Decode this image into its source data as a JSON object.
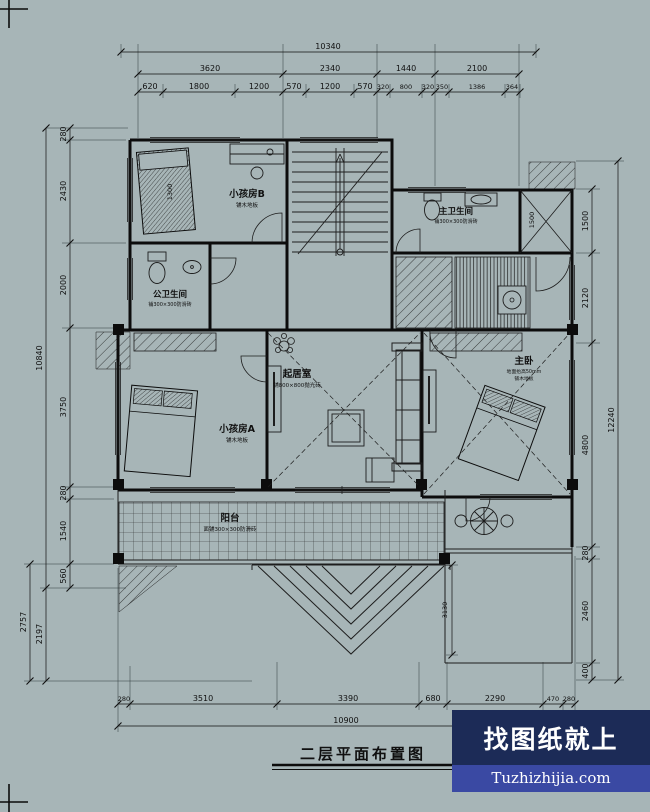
{
  "app": {
    "background": "#a7b5b7",
    "ink": "#101010"
  },
  "title": {
    "text": "二层平面布置图"
  },
  "watermark": {
    "line1": "找图纸就上",
    "line2": "Tuzhizhijia.com",
    "bg": "#1c2b57",
    "band": "#3a49a3"
  },
  "dimensions": {
    "top_total": "10340",
    "top_row1": [
      "3620",
      "2340",
      "1440",
      "2100"
    ],
    "top_row2": [
      "620",
      "1800",
      "1200",
      "570",
      "1200",
      "570",
      "320",
      "800",
      "320",
      "350",
      "1386",
      "364"
    ],
    "left_inner": [
      "280",
      "2430",
      "2000",
      "3750",
      "280",
      "1540",
      "560"
    ],
    "left_total": "10840",
    "left_lower": [
      "2197",
      "2757"
    ],
    "right_inner": [
      "1500",
      "2120",
      "4800",
      "280",
      "2460",
      "400"
    ],
    "right_total": "12240",
    "bottom_row": [
      "280",
      "3510",
      "3390",
      "680",
      "2290",
      "470",
      "280"
    ],
    "bottom_total": "10900",
    "inline": {
      "bed": "1300",
      "skylight": "1500",
      "roof": "3130"
    }
  },
  "rooms": {
    "kids_b": {
      "name": "小孩房B",
      "finish": "铺木地板"
    },
    "master_bath": {
      "name": "主卫生间",
      "finish": "铺300×300防滑砖"
    },
    "public_bath": {
      "name": "公卫生间",
      "finish": "铺300×300防滑砖"
    },
    "kids_a": {
      "name": "小孩房A",
      "finish": "铺木地板"
    },
    "living": {
      "name": "起居室",
      "finish": "铺800×800抛光砖"
    },
    "master": {
      "name": "主卧",
      "note": "地面抬高50mm",
      "finish": "铺木地板"
    },
    "balcony": {
      "name": "阳台",
      "finish": "面铺300×300防滑砖"
    }
  }
}
